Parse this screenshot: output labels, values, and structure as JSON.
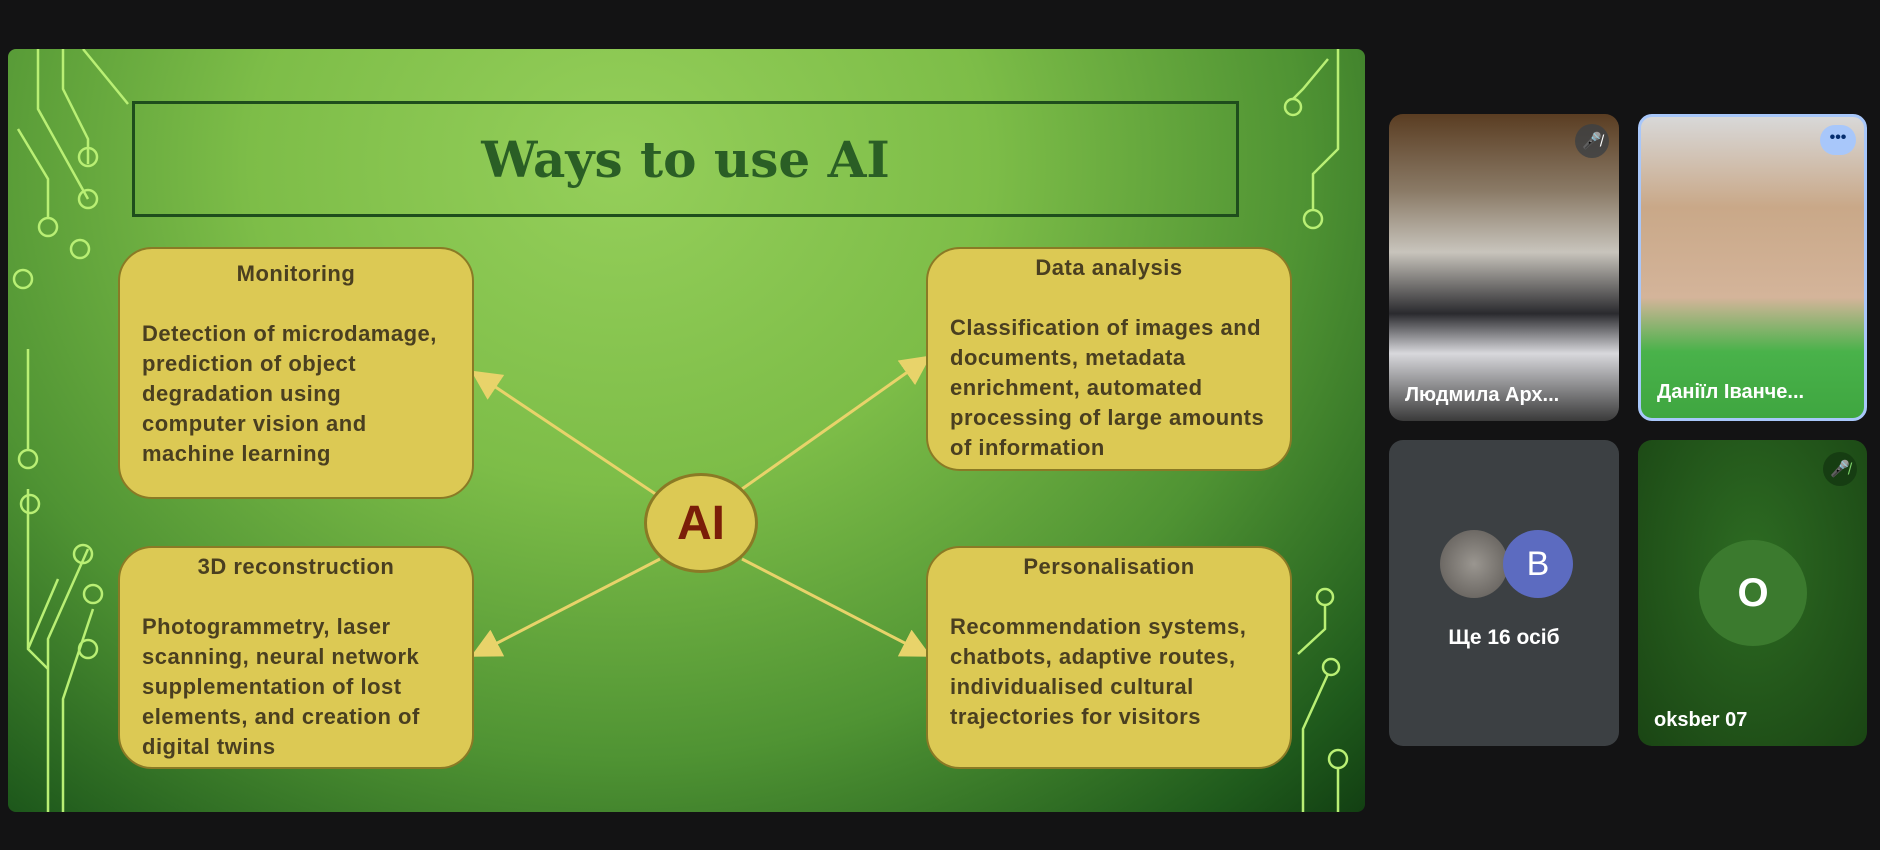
{
  "slide": {
    "title": "Ways to use AI",
    "center": "AI",
    "cards": [
      {
        "heading": "Monitoring",
        "body": "Detection of microdamage, prediction of object degradation using computer vision and machine learning"
      },
      {
        "heading": "Data analysis",
        "body": "Classification of images and documents, metadata enrichment, automated processing of large amounts of information"
      },
      {
        "heading": "3D reconstruction",
        "body": "Photogrammetry, laser scanning, neural network supplementation of lost elements, and creation of digital twins"
      },
      {
        "heading": "Personalisation",
        "body": "Recommendation systems, chatbots, adaptive routes, individualised cultural trajectories for visitors"
      }
    ]
  },
  "participants": [
    {
      "name": "Людмила Арх...",
      "muted": true
    },
    {
      "name": "Даніїл Іванче...",
      "speaking": true
    },
    {
      "more_label": "Ще 16 осіб",
      "avatar_letter": "B"
    },
    {
      "name": "oksber 07",
      "avatar_letter": "O",
      "muted": true
    }
  ],
  "colors": {
    "card": "#dcc954",
    "title": "#2a5e25",
    "ai_text": "#7a1e08",
    "tile": "#3c4043",
    "speaking_border": "#a8c7fa"
  }
}
